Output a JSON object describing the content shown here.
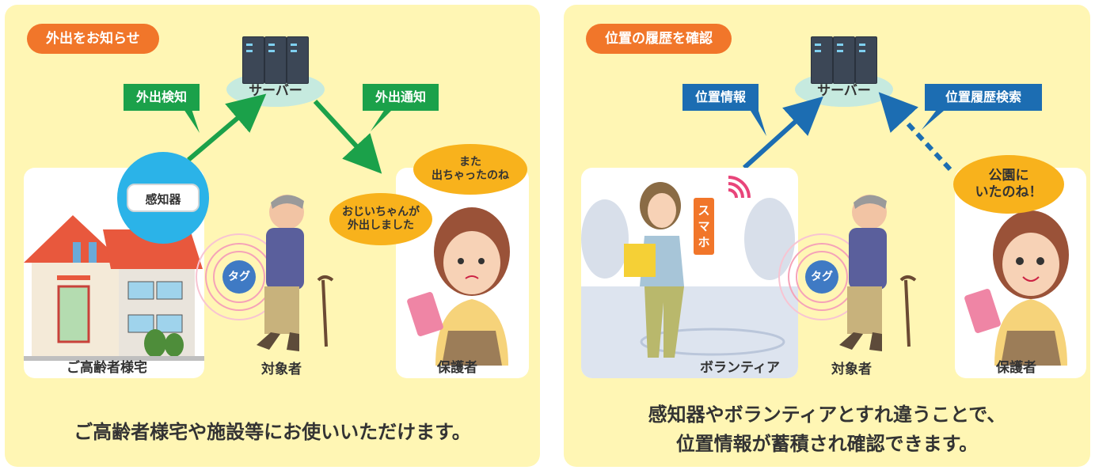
{
  "left": {
    "header": "外出をお知らせ",
    "server_label": "サーバー",
    "label_detect": "外出検知",
    "label_notify": "外出通知",
    "sensor_label": "感知器",
    "tag_label": "タグ",
    "bubble_outing": "おじいちゃんが\n外出しました",
    "bubble_again": "また\n出ちゃったのね",
    "caption_home": "ご高齢者様宅",
    "caption_target": "対象者",
    "caption_guardian": "保護者",
    "bottom_text": "ご高齢者様宅や施設等にお使いいただけます。"
  },
  "right": {
    "header": "位置の履歴を確認",
    "server_label": "サーバー",
    "label_location": "位置情報",
    "label_search": "位置履歴検索",
    "phone_label": "スマホ",
    "tag_label": "タグ",
    "bubble_park": "公園に\nいたのね！",
    "caption_volunteer": "ボランティア",
    "caption_target": "対象者",
    "caption_guardian": "保護者",
    "bottom_text": "感知器やボランティアとすれ違うことで、\n位置情報が蓄積され確認できます。"
  },
  "colors": {
    "panel_bg": "#fff6b4",
    "header_orange": "#f1762a",
    "green_label": "#1ba14a",
    "blue_label": "#1c6db2",
    "bubble_yellow": "#f8b21c",
    "sensor_blue": "#2bb3e8"
  }
}
